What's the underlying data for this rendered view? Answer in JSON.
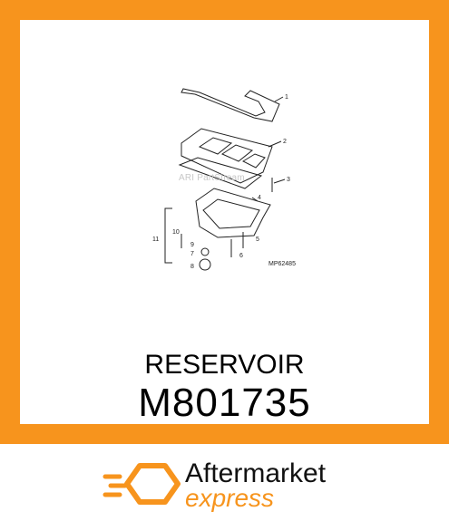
{
  "diagram": {
    "watermark": "ARI PartStream",
    "reference": "MP62485",
    "callouts": [
      "1",
      "2",
      "3",
      "4",
      "5",
      "6",
      "7",
      "8",
      "9",
      "10",
      "11"
    ]
  },
  "product": {
    "name": "RESERVOIR",
    "part_number": "M801735"
  },
  "brand": {
    "line1": "Aftermarket",
    "line2": "express",
    "accent_color": "#f7941d",
    "icon": "hexagon-speed-icon"
  }
}
